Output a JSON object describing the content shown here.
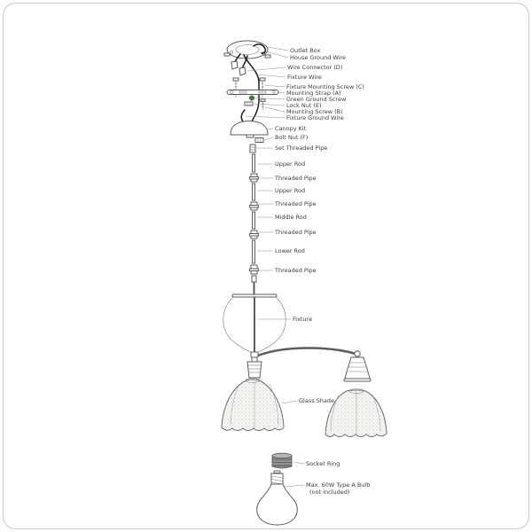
{
  "diagram_type": "lighting-fixture-assembly-diagram",
  "colors": {
    "green_screw": "#4c8b3f",
    "wire": "#1c1c1c",
    "line": "#5c5c5c",
    "leader": "#8f8f8f",
    "text": "#3c3c3c",
    "frame_border": "#c9c9c9"
  },
  "labels": {
    "outlet_box": "Outlet Box",
    "house_ground_wire": "House Ground Wire",
    "wire_connector": "Wire Connector (D)",
    "fixture_wire": "Fixture Wire",
    "fixture_mounting_screw": "Fixture Mounting Screw (C)",
    "mounting_strap": "Mounting Strap (A)",
    "green_ground_screw": "Green Ground Screw",
    "lock_nut": "Lock Nut (E)",
    "mounting_screw": "Mounting Screw (B)",
    "fixture_ground_wire": "Fixture Ground Wire",
    "canopy_kit": "Canopy Kit",
    "bolt_nut": "Bolt Nut (F)",
    "set_threaded_pipe": "Set Threaded Pipe",
    "upper_rod_1": "Upper Rod",
    "threaded_pipe_1": "Threaded Pipe",
    "upper_rod_2": "Upper Rod",
    "threaded_pipe_2": "Threaded Pipe",
    "middle_rod": "Middle Rod",
    "threaded_pipe_3": "Threaded Pipe",
    "lower_rod": "Lower Rod",
    "threaded_pipe_4": "Threaded Pipe",
    "fixture": "Fixture",
    "glass_shade": "Glass Shade",
    "socket_ring": "Socket Ring",
    "bulb_line1": "Max. 60W Type A Bulb",
    "bulb_line2": "(not included)"
  }
}
